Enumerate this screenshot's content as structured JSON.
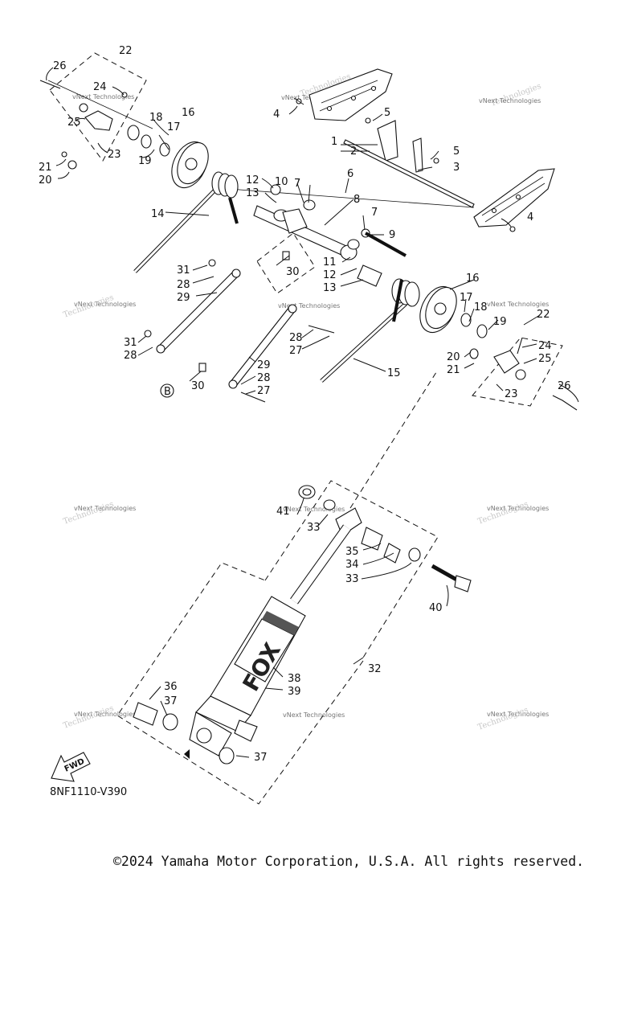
{
  "diagram": {
    "drawing_code": "8NF1110-V390",
    "fwd_label": "FWD",
    "ref_b": "B",
    "watermark": "vNext Technologies",
    "callouts": [
      "1",
      "2",
      "3",
      "4",
      "5",
      "6",
      "7",
      "8",
      "9",
      "10",
      "11",
      "12",
      "13",
      "14",
      "15",
      "16",
      "17",
      "18",
      "19",
      "20",
      "21",
      "22",
      "23",
      "24",
      "25",
      "26",
      "27",
      "28",
      "29",
      "30",
      "31",
      "32",
      "33",
      "34",
      "35",
      "36",
      "37",
      "38",
      "39",
      "40",
      "41"
    ],
    "decal_text": "FOX"
  },
  "footer": {
    "copyright": "©2024 Yamaha Motor Corporation, U.S.A. All rights reserved."
  }
}
